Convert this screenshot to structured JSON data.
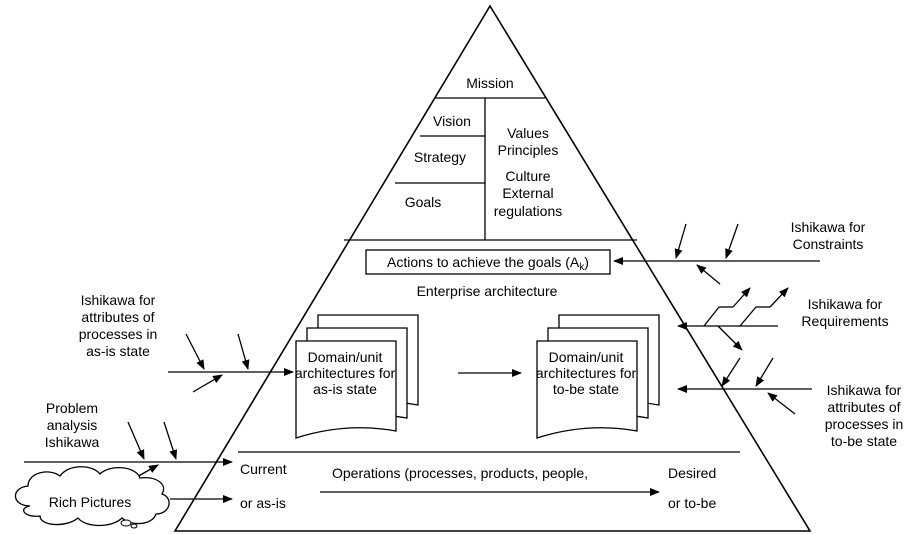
{
  "pyramid": {
    "mission": "Mission",
    "vision": "Vision",
    "strategy": "Strategy",
    "goals": "Goals",
    "values": [
      "Values",
      "Principles",
      "Culture",
      "External",
      "regulations"
    ],
    "actions_prefix": "Actions to achieve the goals (A",
    "actions_subscript": "k",
    "actions_suffix": ")",
    "enterprise_architecture": "Enterprise architecture",
    "asis_doc": [
      "Domain/unit",
      "architectures for",
      "as-is state"
    ],
    "tobe_doc": [
      "Domain/unit",
      "architectures for",
      "to-be state"
    ],
    "current": [
      "Current",
      "or as-is"
    ],
    "operations": "Operations (processes, products, people,",
    "desired": [
      "Desired",
      "or to-be"
    ]
  },
  "left": {
    "ishikawa_asis": [
      "Ishikawa for",
      "attributes of",
      "processes in",
      "as-is state"
    ],
    "problem_analysis": [
      "Problem",
      "analysis",
      "Ishikawa"
    ],
    "rich_pictures": "Rich Pictures"
  },
  "right": {
    "constraints": [
      "Ishikawa for",
      "Constraints"
    ],
    "requirements": [
      "Ishikawa for",
      "Requirements"
    ],
    "tobe_attrs": [
      "Ishikawa for",
      "attributes of",
      "processes in",
      "to-be state"
    ]
  }
}
